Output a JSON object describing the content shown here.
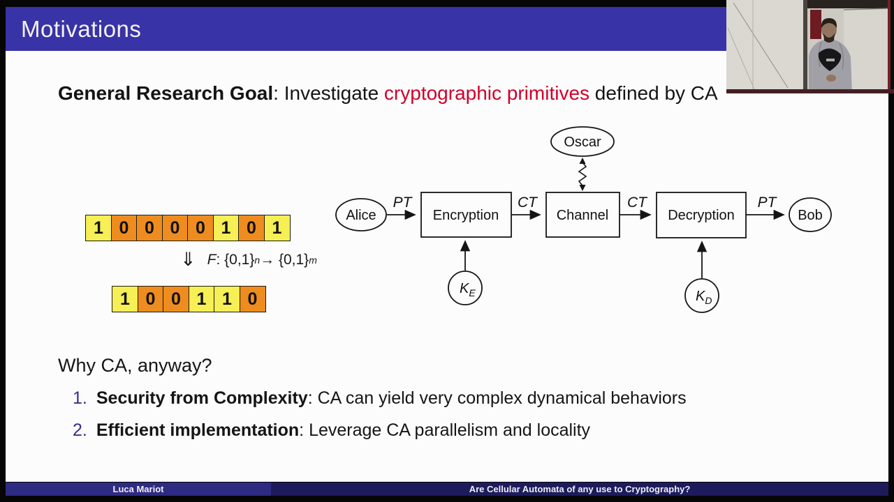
{
  "header": {
    "title": "Motivations",
    "bg_color": "#3833a7"
  },
  "goal": {
    "bold": "General Research Goal",
    "mid": ": Investigate ",
    "highlight": "cryptographic primitives",
    "tail": " defined by CA",
    "highlight_color": "#d1002a"
  },
  "diagram": {
    "nodes": {
      "alice": "Alice",
      "oscar": "Oscar",
      "bob": "Bob",
      "encryption": "Encryption",
      "channel": "Channel",
      "decryption": "Decryption",
      "key_e": {
        "base": "K",
        "sub": "E"
      },
      "key_d": {
        "base": "K",
        "sub": "D"
      }
    },
    "edge_labels": {
      "pt1": "PT",
      "ct1": "CT",
      "ct2": "CT",
      "pt2": "PT"
    }
  },
  "ca_mapping": {
    "input_cells": [
      "1",
      "0",
      "0",
      "0",
      "0",
      "1",
      "0",
      "1"
    ],
    "output_cells": [
      "1",
      "0",
      "0",
      "1",
      "1",
      "0"
    ],
    "double_arrow": "⇓",
    "formula": {
      "f": "F",
      "mid1": " : {0,1}",
      "sup_n": "n",
      "mid2": " → {0,1}",
      "sup_m": "m"
    },
    "one_color": "#f6ef55",
    "zero_color": "#ee8c1f"
  },
  "why": {
    "question": "Why CA, anyway?",
    "items": [
      {
        "num": "1.",
        "bold": "Security from Complexity",
        "rest": ": CA can yield very complex dynamical behaviors"
      },
      {
        "num": "2.",
        "bold": "Efficient implementation",
        "rest": ": Leverage CA parallelism and locality"
      }
    ],
    "number_color": "#35308f"
  },
  "footer": {
    "author": "Luca Mariot",
    "talk_title": "Are Cellular Automata of any use to Cryptography?"
  }
}
